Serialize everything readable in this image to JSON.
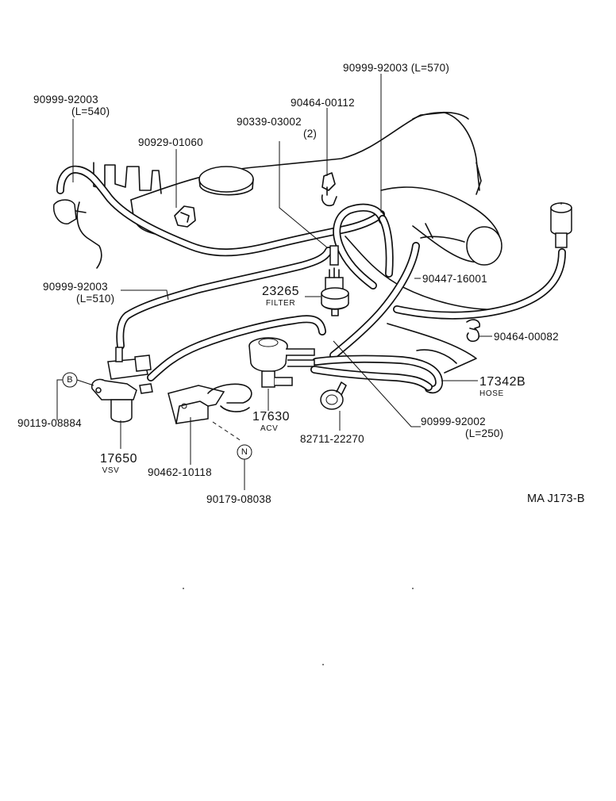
{
  "parts": {
    "hose_l570": {
      "number": "90999-92003",
      "length": "(L=570)"
    },
    "clamp_00112": {
      "number": "90464-00112"
    },
    "hose_l540": {
      "number": "90999-92003",
      "length": "(L=540)"
    },
    "grommet_03002": {
      "number": "90339-03002",
      "qty": "(2)"
    },
    "clamp_01060": {
      "number": "90929-01060"
    },
    "hose_l510": {
      "number": "90999-92003",
      "length": "(L=510)"
    },
    "filter": {
      "number": "23265",
      "name": "FILTER"
    },
    "hose_16001": {
      "number": "90447-16001"
    },
    "clamp_00082": {
      "number": "90464-00082"
    },
    "hose_17342b": {
      "number": "17342B",
      "name": "HOSE"
    },
    "bolt_08884": {
      "number": "90119-08884",
      "marker": "B"
    },
    "acv": {
      "number": "17630",
      "name": "ACV"
    },
    "hose_l250": {
      "number": "90999-92002",
      "length": "(L=250)"
    },
    "clip_22270": {
      "number": "82711-22270"
    },
    "vsv": {
      "number": "17650",
      "name": "VSV"
    },
    "bracket_10118": {
      "number": "90462-10118"
    },
    "nut_08038": {
      "number": "90179-08038",
      "marker": "N"
    }
  },
  "diagram_ref": "MA J173-B"
}
